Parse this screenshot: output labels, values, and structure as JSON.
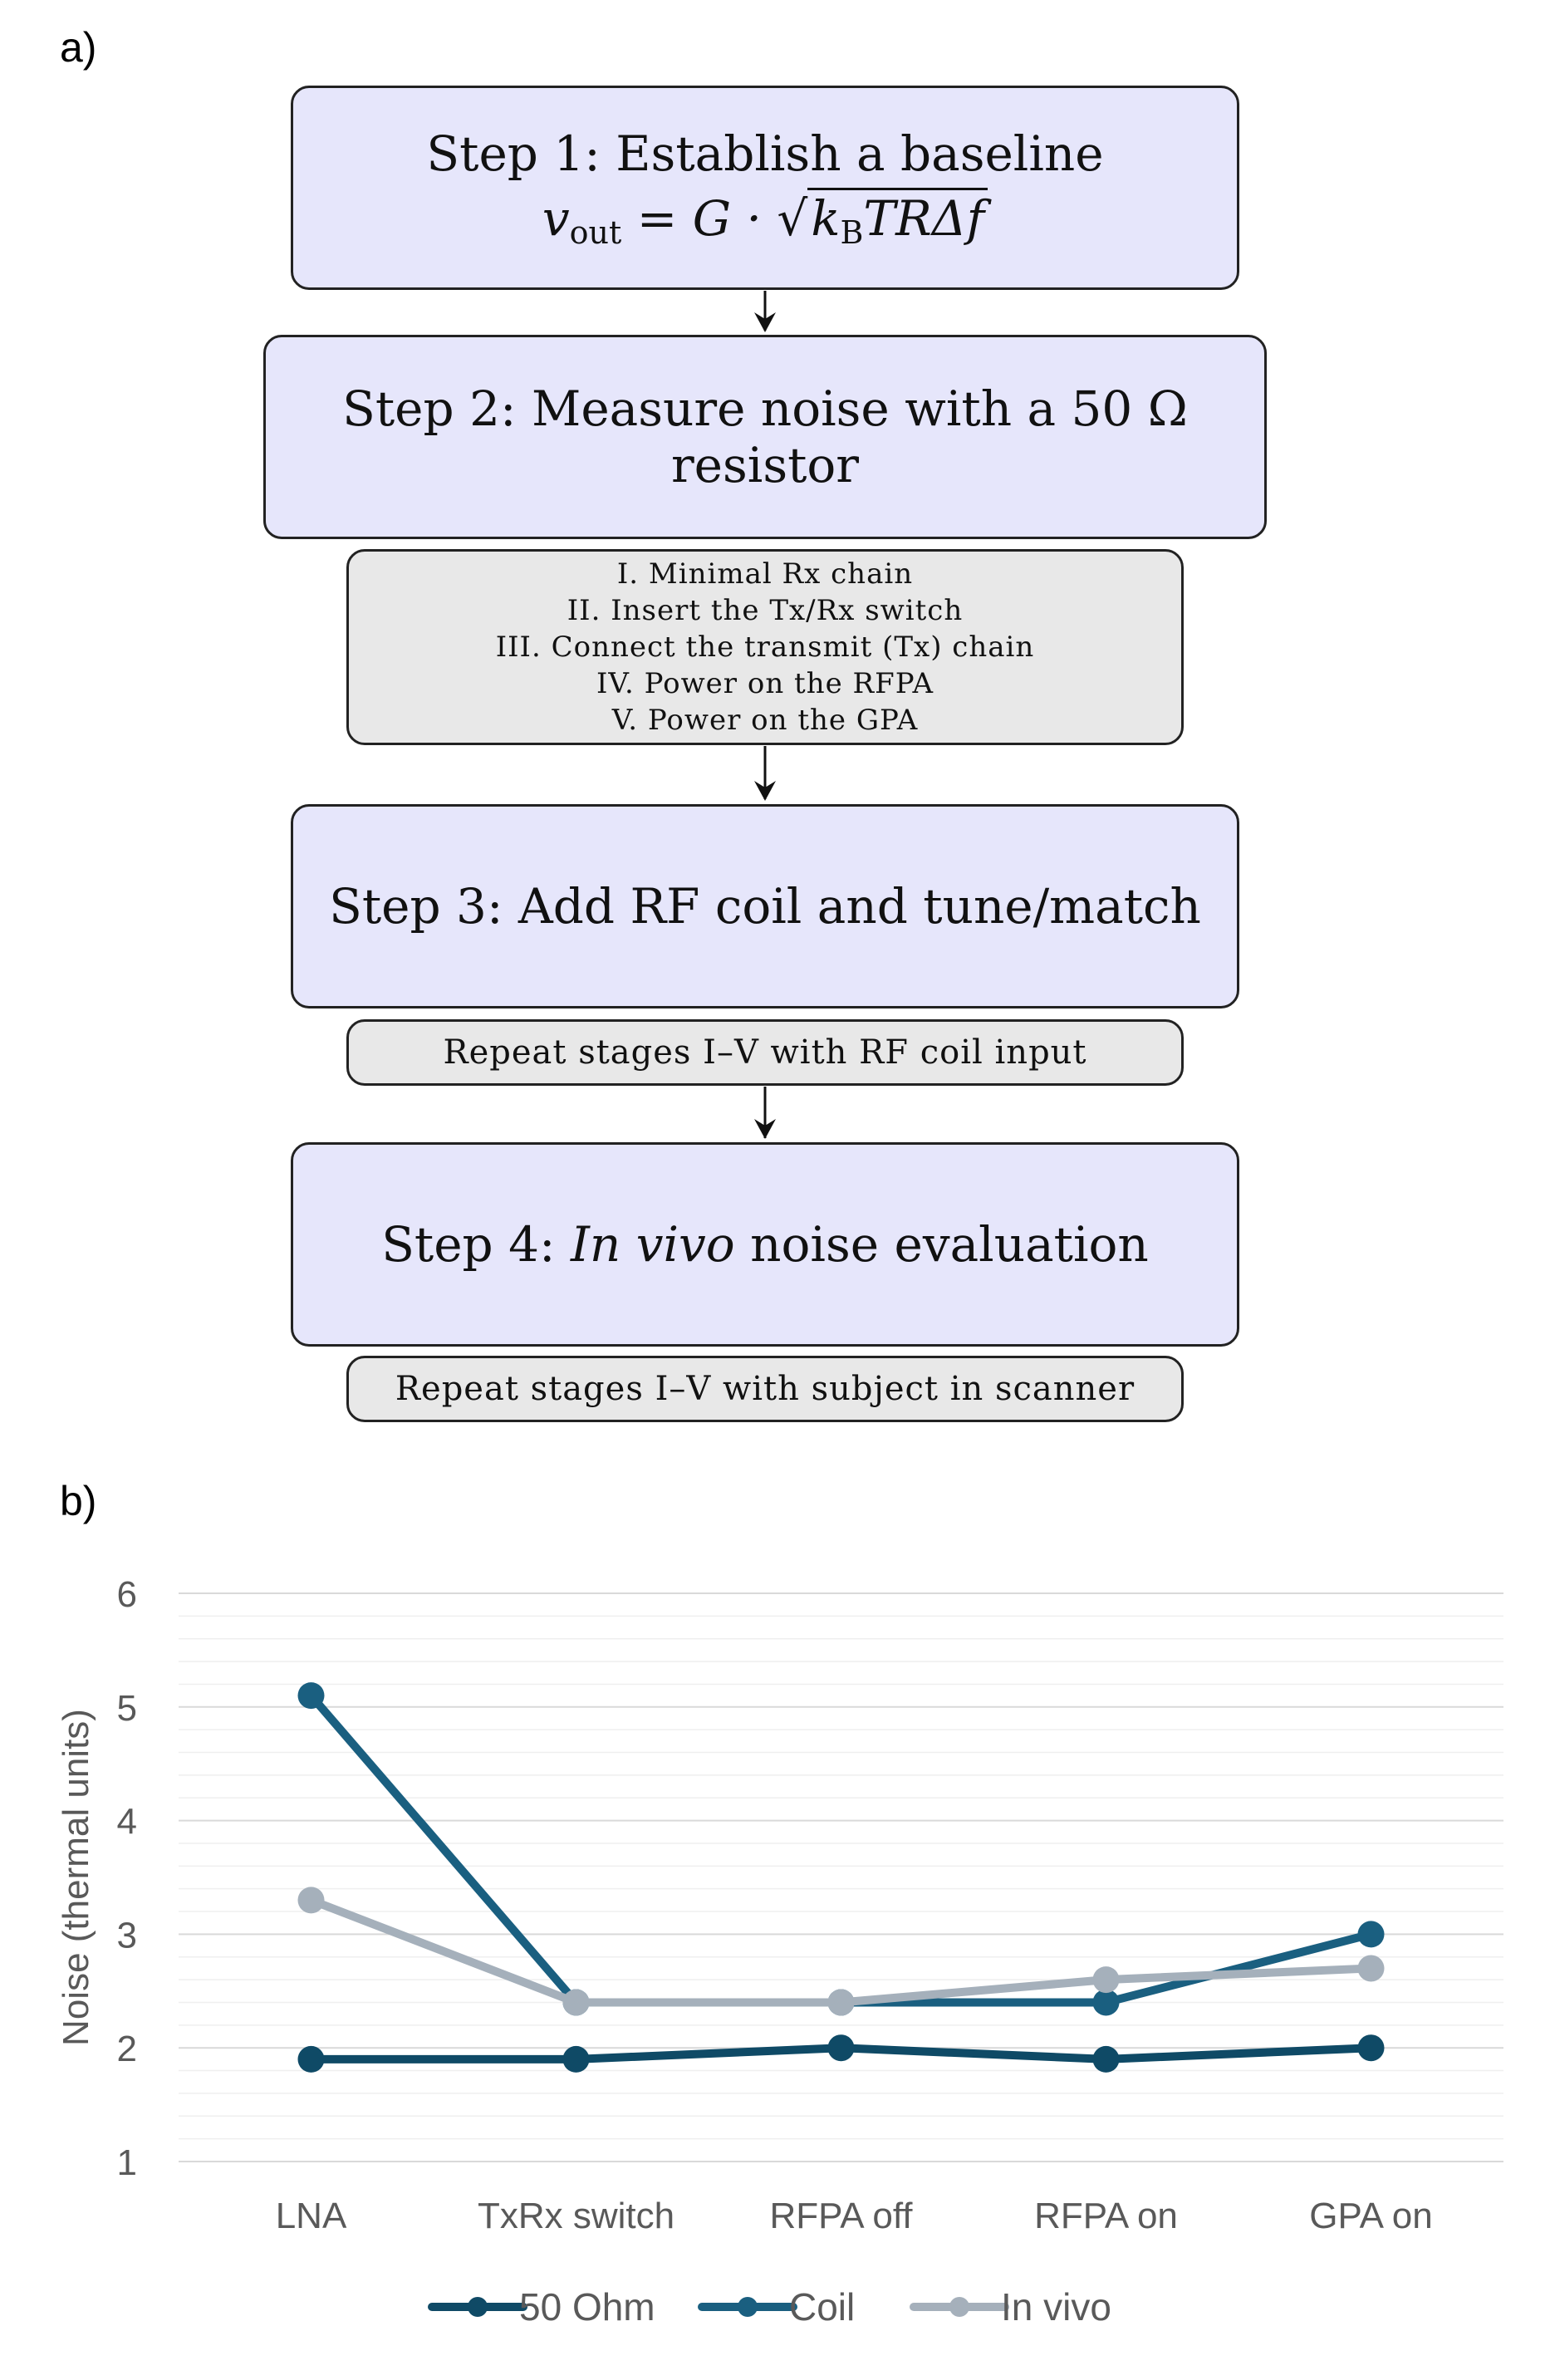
{
  "panel_a": {
    "label": "a)",
    "step1": {
      "title": "Step 1: Establish a baseline",
      "formula": "v_out = G · √(k_B T R Δf)"
    },
    "step2": {
      "title": "Step 2: Measure noise with a 50 Ω resistor"
    },
    "stages": [
      "I. Minimal Rx chain",
      "II. Insert the Tx/Rx switch",
      "III. Connect the transmit (Tx) chain",
      "IV. Power on the RFPA",
      "V. Power on the GPA"
    ],
    "step3": {
      "title": "Step 3: Add RF coil and tune/match"
    },
    "repeat3": "Repeat stages I–V with RF coil input",
    "step4": {
      "prefix": "Step 4: ",
      "italic": "In vivo",
      "suffix": " noise evaluation"
    },
    "repeat4": "Repeat stages I–V with subject in scanner",
    "colors": {
      "step_fill": "#e6e6fb",
      "sub_fill": "#e8e8e8"
    }
  },
  "panel_b": {
    "label": "b)"
  },
  "chart_data": {
    "type": "line",
    "categories": [
      "LNA",
      "TxRx switch",
      "RFPA off",
      "RFPA on",
      "GPA on"
    ],
    "series": [
      {
        "name": "50 Ohm",
        "values": [
          1.9,
          1.9,
          2.0,
          1.9,
          2.0
        ],
        "color": "#0f4a66"
      },
      {
        "name": "Coil",
        "values": [
          5.1,
          2.4,
          2.4,
          2.4,
          3.0
        ],
        "color": "#1a5f80"
      },
      {
        "name": "In vivo",
        "values": [
          3.3,
          2.4,
          2.4,
          2.6,
          2.7
        ],
        "color": "#a5b0bb"
      }
    ],
    "title": "",
    "xlabel": "",
    "ylabel": "Noise (thermal units)",
    "ylim": [
      1,
      6
    ],
    "yticks": [
      "1",
      "2",
      "3",
      "4",
      "5",
      "6"
    ],
    "grid": true,
    "legend_position": "bottom"
  }
}
